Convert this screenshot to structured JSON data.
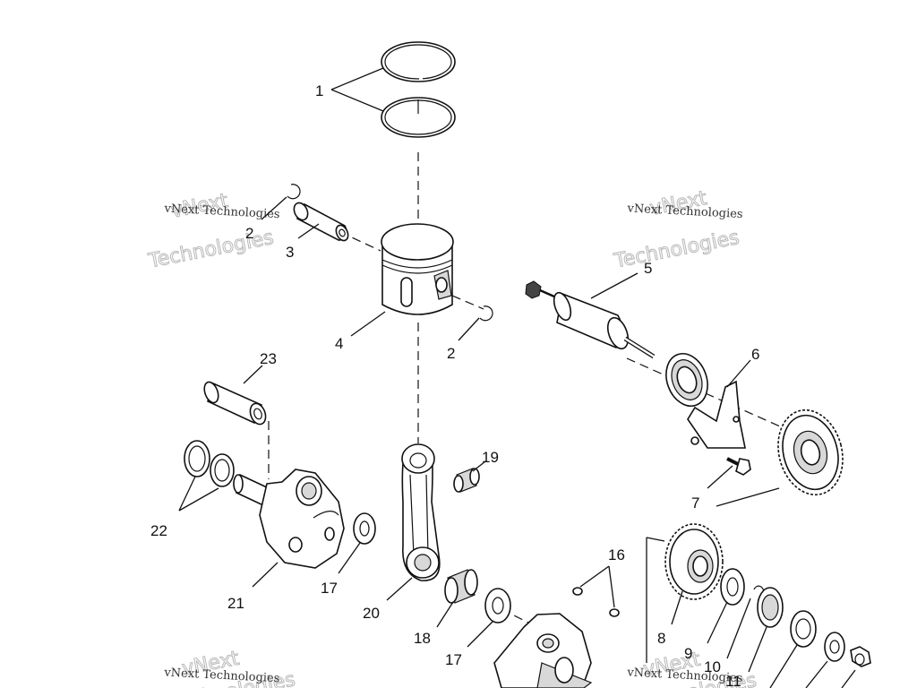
{
  "watermark": {
    "line1": "vNext Technologies",
    "outline_top": "vNext",
    "outline_bottom": "Technologies"
  },
  "callouts": {
    "c1": "1",
    "c2a": "2",
    "c2b": "2",
    "c3": "3",
    "c4": "4",
    "c5": "5",
    "c6": "6",
    "c7": "7",
    "c8": "8",
    "c9": "9",
    "c10": "10",
    "c11": "11",
    "c16": "16",
    "c17a": "17",
    "c17b": "17",
    "c18": "18",
    "c19": "19",
    "c20": "20",
    "c21": "21",
    "c22": "22",
    "c23": "23"
  }
}
